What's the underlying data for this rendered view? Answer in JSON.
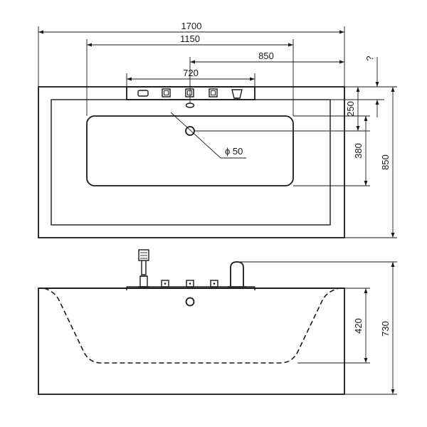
{
  "top_view": {
    "dim_width": "1700",
    "dim_inner": "1150",
    "dim_right": "850",
    "dim_controls": "720",
    "dim_unknown": "?",
    "dim_250": "250",
    "dim_380": "380",
    "dim_depth": "850",
    "dim_drain": "ϕ 50"
  },
  "side_view": {
    "dim_420": "420",
    "dim_height": "730"
  }
}
